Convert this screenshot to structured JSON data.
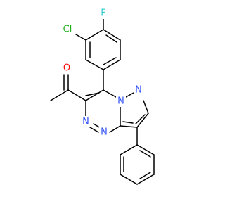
{
  "structure": {
    "atoms": [
      {
        "id": "F",
        "symbol": "F",
        "color": "#33cccc"
      },
      {
        "id": "Cl",
        "symbol": "Cl",
        "color": "#1fb01f"
      },
      {
        "id": "O",
        "symbol": "O",
        "color": "#ff0d0d"
      },
      {
        "id": "N1",
        "symbol": "N",
        "color": "#3050f8"
      },
      {
        "id": "N2",
        "symbol": "N",
        "color": "#3050f8"
      },
      {
        "id": "N3",
        "symbol": "N",
        "color": "#3050f8"
      },
      {
        "id": "N4",
        "symbol": "N",
        "color": "#3050f8"
      }
    ],
    "bond_color": "#000000",
    "background": "#ffffff"
  }
}
